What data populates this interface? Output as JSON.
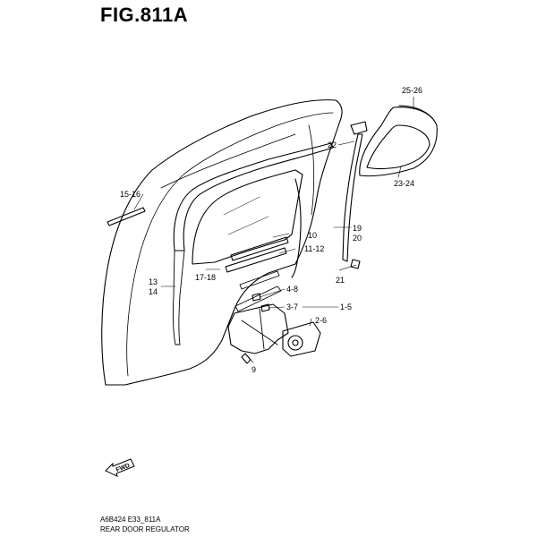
{
  "figure": {
    "title": "FIG.811A",
    "code": "A6B424 E33_811A",
    "caption": "REAR DOOR REGULATOR"
  },
  "direction_marker": {
    "label": "FWD"
  },
  "callouts": [
    {
      "id": "c-25-26",
      "text": "25-26"
    },
    {
      "id": "c-22",
      "text": "22"
    },
    {
      "id": "c-23-24",
      "text": "23-24"
    },
    {
      "id": "c-15-16",
      "text": "15-16"
    },
    {
      "id": "c-19",
      "text": "19"
    },
    {
      "id": "c-20",
      "text": "20"
    },
    {
      "id": "c-10",
      "text": "10"
    },
    {
      "id": "c-11-12",
      "text": "11-12"
    },
    {
      "id": "c-21",
      "text": "21"
    },
    {
      "id": "c-13",
      "text": "13"
    },
    {
      "id": "c-14",
      "text": "14"
    },
    {
      "id": "c-17-18",
      "text": "17-18"
    },
    {
      "id": "c-4-8",
      "text": "4-8"
    },
    {
      "id": "c-3-7",
      "text": "3-7"
    },
    {
      "id": "c-1-5",
      "text": "1-5"
    },
    {
      "id": "c-2-6",
      "text": "2-6"
    },
    {
      "id": "c-9",
      "text": "9"
    }
  ]
}
